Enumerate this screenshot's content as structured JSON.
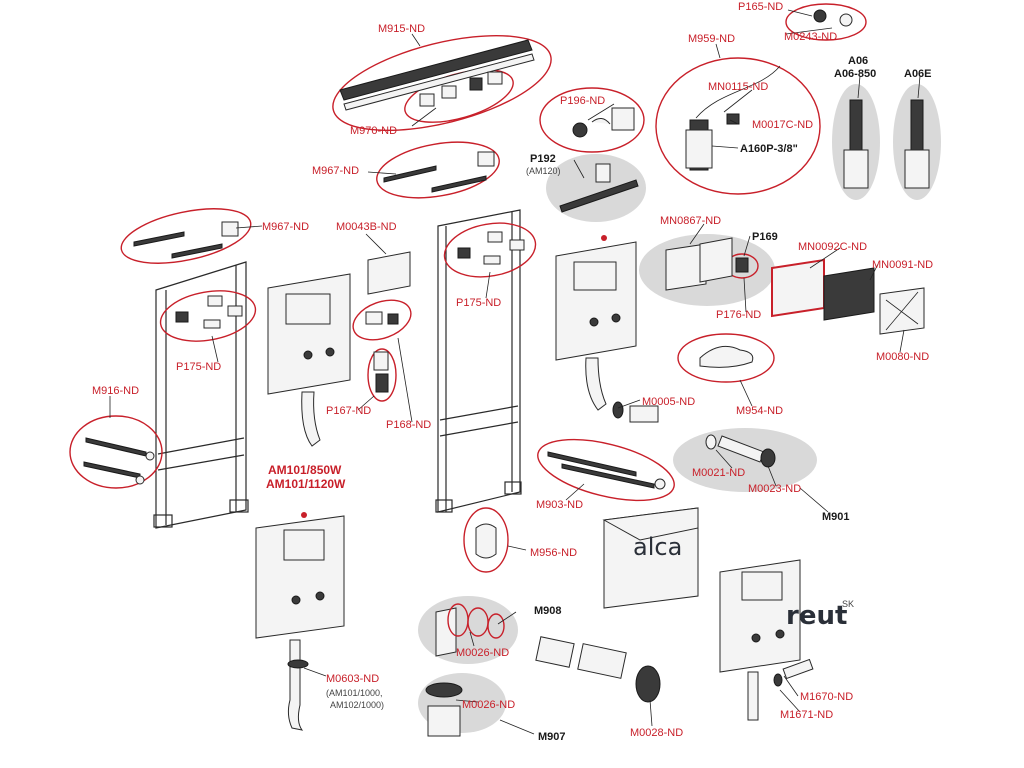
{
  "labels": {
    "m915": "M915-ND",
    "m970": "M970-ND",
    "p165": "P165-ND",
    "m0243": "M0243-ND",
    "m959": "M959-ND",
    "mn0115": "MN0115-ND",
    "m0017c": "M0017C-ND",
    "a160p": "A160P-3/8\"",
    "a06": "A06",
    "a06_850": "A06-850",
    "a06e": "A06E",
    "p196": "P196-ND",
    "p192": "P192",
    "am120": "(AM120)",
    "m967_top": "M967-ND",
    "m967_left": "M967-ND",
    "m0043b": "M0043B-ND",
    "mn0867": "MN0867-ND",
    "p169": "P169",
    "mn0092c": "MN0092C-ND",
    "mn0091": "MN0091-ND",
    "p175_left": "P175-ND",
    "p175_mid": "P175-ND",
    "p176": "P176-ND",
    "m0080": "M0080-ND",
    "m954": "M954-ND",
    "m916": "M916-ND",
    "p167": "P167-ND",
    "p168": "P168-ND",
    "m0005": "M0005-ND",
    "m0021": "M0021-ND",
    "m0023": "M0023-ND",
    "m901": "M901",
    "am101_850": "AM101/850W",
    "am101_1120": "AM101/1120W",
    "m903": "M903-ND",
    "m956": "M956-ND",
    "m908": "M908",
    "m0026_top": "M0026-ND",
    "m0026_bottom": "M0026-ND",
    "m907": "M907",
    "m0603": "M0603-ND",
    "am_note_1": "(AM101/1000,",
    "am_note_2": "AM102/1000)",
    "m0028": "M0028-ND",
    "m1670": "M1670-ND",
    "m1671": "M1671-ND"
  },
  "brand": {
    "box_logo": "alca",
    "watermark": "reut",
    "watermark_sup": "SK"
  },
  "colors": {
    "label_red": "#c8202a",
    "label_dark": "#1a1a1a",
    "grey_highlight": "#d9d9d9",
    "background": "#ffffff"
  }
}
